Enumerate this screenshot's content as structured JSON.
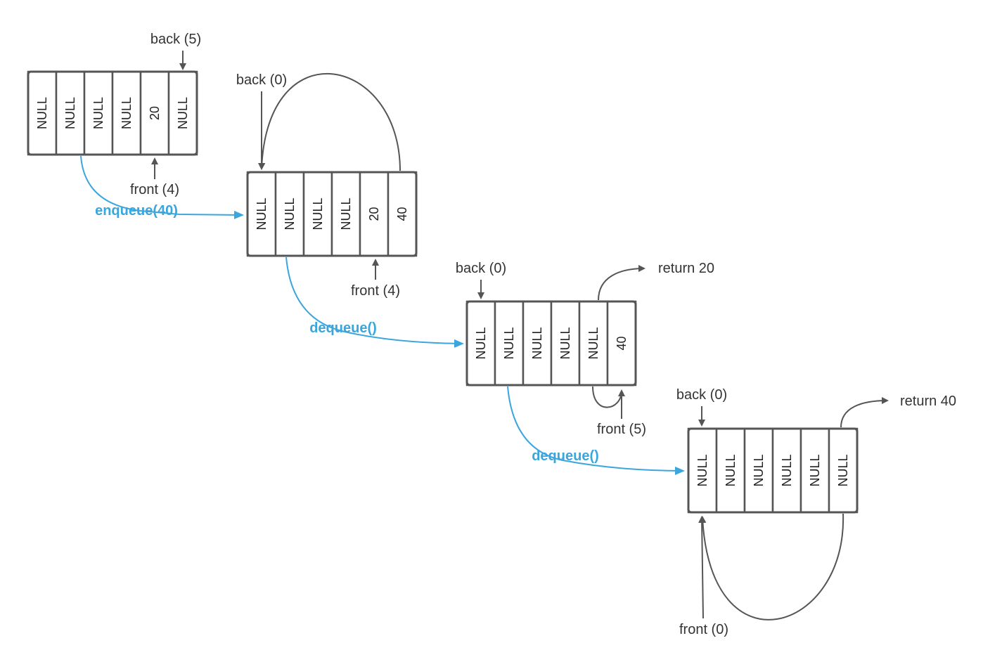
{
  "colors": {
    "accent": "#3aa6dd",
    "stroke": "#555555",
    "text": "#333333"
  },
  "queues": [
    {
      "cells": [
        "NULL",
        "NULL",
        "NULL",
        "NULL",
        "20",
        "NULL"
      ],
      "back_label": "back (5)",
      "front_label": "front (4)"
    },
    {
      "cells": [
        "NULL",
        "NULL",
        "NULL",
        "NULL",
        "20",
        "40"
      ],
      "back_label": "back (0)",
      "front_label": "front (4)"
    },
    {
      "cells": [
        "NULL",
        "NULL",
        "NULL",
        "NULL",
        "NULL",
        "40"
      ],
      "back_label": "back (0)",
      "front_label": "front (5)",
      "return_label": "return 20"
    },
    {
      "cells": [
        "NULL",
        "NULL",
        "NULL",
        "NULL",
        "NULL",
        "NULL"
      ],
      "back_label": "back (0)",
      "front_label": "front (0)",
      "return_label": "return 40"
    }
  ],
  "operations": [
    "enqueue(40)",
    "dequeue()",
    "dequeue()"
  ]
}
